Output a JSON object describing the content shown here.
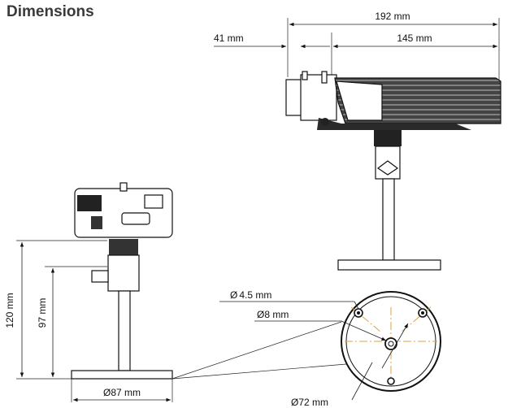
{
  "title": "Dimensions",
  "dimensions": {
    "total_length": "192 mm",
    "lens_length": "41 mm",
    "body_length": "145 mm",
    "total_height": "120 mm",
    "stand_height": "97 mm",
    "base_diameter": "87 mm",
    "hole_diameter": "4.5 mm",
    "center_hole_diameter": "8 mm",
    "bolt_circle_diameter": "72 mm"
  },
  "diameter_symbol": "Ø",
  "colors": {
    "title": "#3a3a3a",
    "line": "#222222",
    "centerline": "#d9a641"
  }
}
